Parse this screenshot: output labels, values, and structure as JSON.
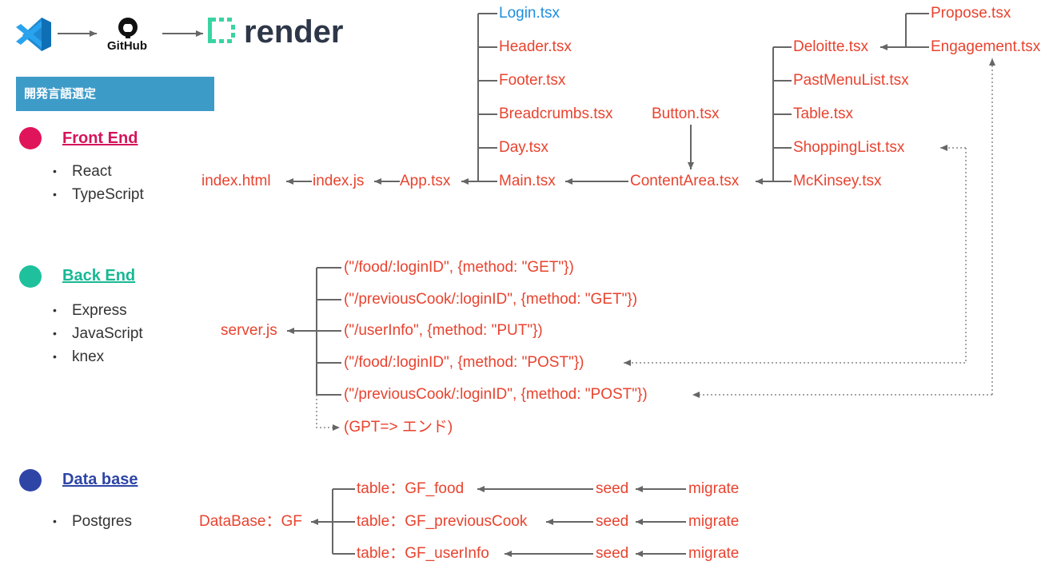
{
  "header": {
    "vscode_icon": "vscode-logo",
    "github_text": "GitHub",
    "render_text": "render"
  },
  "banner": "開発言語選定",
  "colors": {
    "label": "#e8432f",
    "highlight": "#1e8fdc",
    "line": "#666666",
    "front_dot": "#e0145a",
    "back_dot": "#1ec19b",
    "db_dot": "#2e45a6",
    "front_title": "#d4145a",
    "back_title": "#18b894",
    "db_title": "#2e45a6"
  },
  "sections": {
    "front": {
      "title": "Front End",
      "items": [
        "React",
        "TypeScript"
      ]
    },
    "back": {
      "title": "Back End",
      "items": [
        "Express",
        "JavaScript",
        "knex"
      ]
    },
    "db": {
      "title": "Data base",
      "items": [
        "Postgres"
      ]
    }
  },
  "frontend_tree": {
    "index_html": "index.html",
    "index_js": "index.js",
    "app": "App.tsx",
    "main_children": [
      "Login.tsx",
      "Header.tsx",
      "Footer.tsx",
      "Breadcrumbs.tsx",
      "Day.tsx"
    ],
    "main": "Main.tsx",
    "button": "Button.tsx",
    "content_area": "ContentArea.tsx",
    "content_children": [
      "Deloitte.tsx",
      "PastMenuList.tsx",
      "Table.tsx",
      "ShoppingList.tsx",
      "McKinsey.tsx"
    ],
    "deloitte_children": [
      "Propose.tsx",
      "Engagement.tsx"
    ]
  },
  "backend_tree": {
    "server": "server.js",
    "routes": [
      "(\"/food/:loginID\", {method: \"GET\"})",
      "(\"/previousCook/:loginID\", {method: \"GET\"})",
      "(\"/userInfo\", {method: \"PUT\"})",
      "(\"/food/:loginID\", {method: \"POST\"})",
      "(\"/previousCook/:loginID\", {method: \"POST\"})"
    ],
    "gpt": "(GPT=> エンド)"
  },
  "db_tree": {
    "database": "DataBase：GF",
    "tables": [
      "table：GF_food",
      "table：GF_previousCook",
      "table：GF_userInfo"
    ],
    "seed": "seed",
    "migrate": "migrate"
  }
}
